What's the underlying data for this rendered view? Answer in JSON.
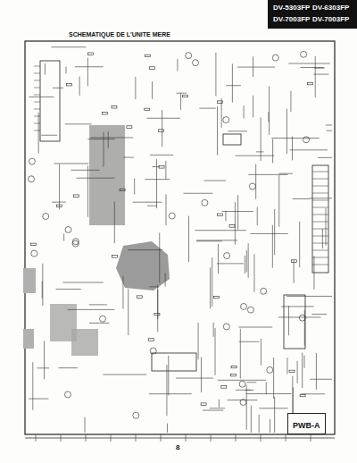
{
  "diagram": {
    "title": "SCHEMATIQUE DE L'UNITE MERE",
    "nodes": [
      {
        "text": [
          "PWB-A"
        ]
      }
    ],
    "labels": [
      "DV-5303FP",
      "DV-7003FP",
      "DV-6303FP",
      "DV-7003FP",
      "8"
    ]
  }
}
